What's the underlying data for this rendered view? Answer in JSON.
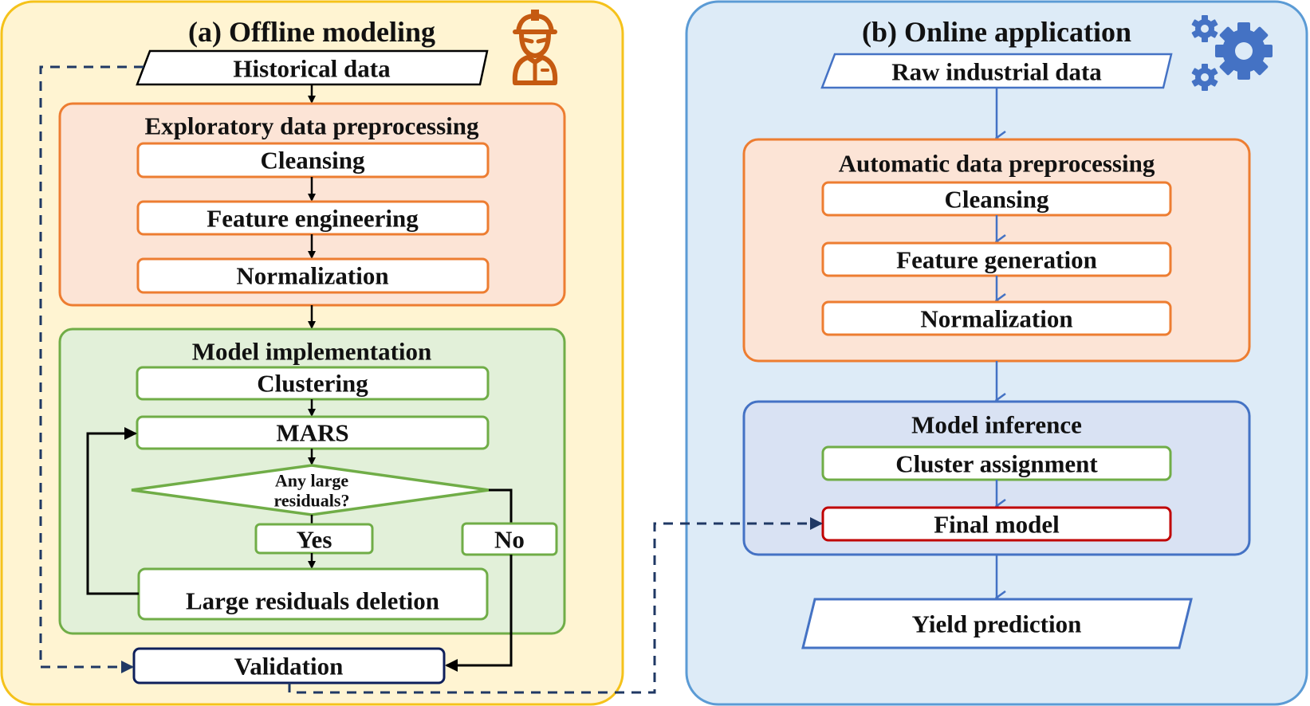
{
  "colors": {
    "offline_panel_fill": "#FFF4D2",
    "offline_panel_stroke": "#F5C21B",
    "online_panel_fill": "#DDEBF7",
    "online_panel_stroke": "#5B9BD5",
    "preprocess_fill": "#FCE4D6",
    "preprocess_stroke": "#ED7D31",
    "model_impl_fill": "#E2F0D9",
    "model_impl_stroke": "#70AD47",
    "inference_fill": "#D9E2F3",
    "inference_stroke": "#4472C4",
    "final_model_stroke": "#C00000",
    "validation_stroke": "#0E1F5B",
    "dashed_line": "#1F3864",
    "engineer_icon": "#C55A11",
    "gear_icon": "#4472C4",
    "black_arrow": "#000000",
    "blue_arrow": "#4472C4"
  },
  "offline": {
    "title": "(a) Offline modeling",
    "input": "Historical data",
    "preprocessing": {
      "title": "Exploratory data preprocessing",
      "steps": [
        "Cleansing",
        "Feature engineering",
        "Normalization"
      ]
    },
    "model_implementation": {
      "title": "Model implementation",
      "clustering": "Clustering",
      "mars": "MARS",
      "decision_line1": "Any large",
      "decision_line2": "residuals?",
      "yes": "Yes",
      "no": "No",
      "deletion": "Large residuals deletion"
    },
    "validation": "Validation",
    "icon": "engineer-icon"
  },
  "online": {
    "title": "(b) Online application",
    "input": "Raw industrial data",
    "preprocessing": {
      "title": "Automatic data preprocessing",
      "steps": [
        "Cleansing",
        "Feature generation",
        "Normalization"
      ]
    },
    "inference": {
      "title": "Model inference",
      "cluster_assignment": "Cluster assignment",
      "final_model": "Final model"
    },
    "output": "Yield prediction",
    "icon": "gears-icon"
  }
}
